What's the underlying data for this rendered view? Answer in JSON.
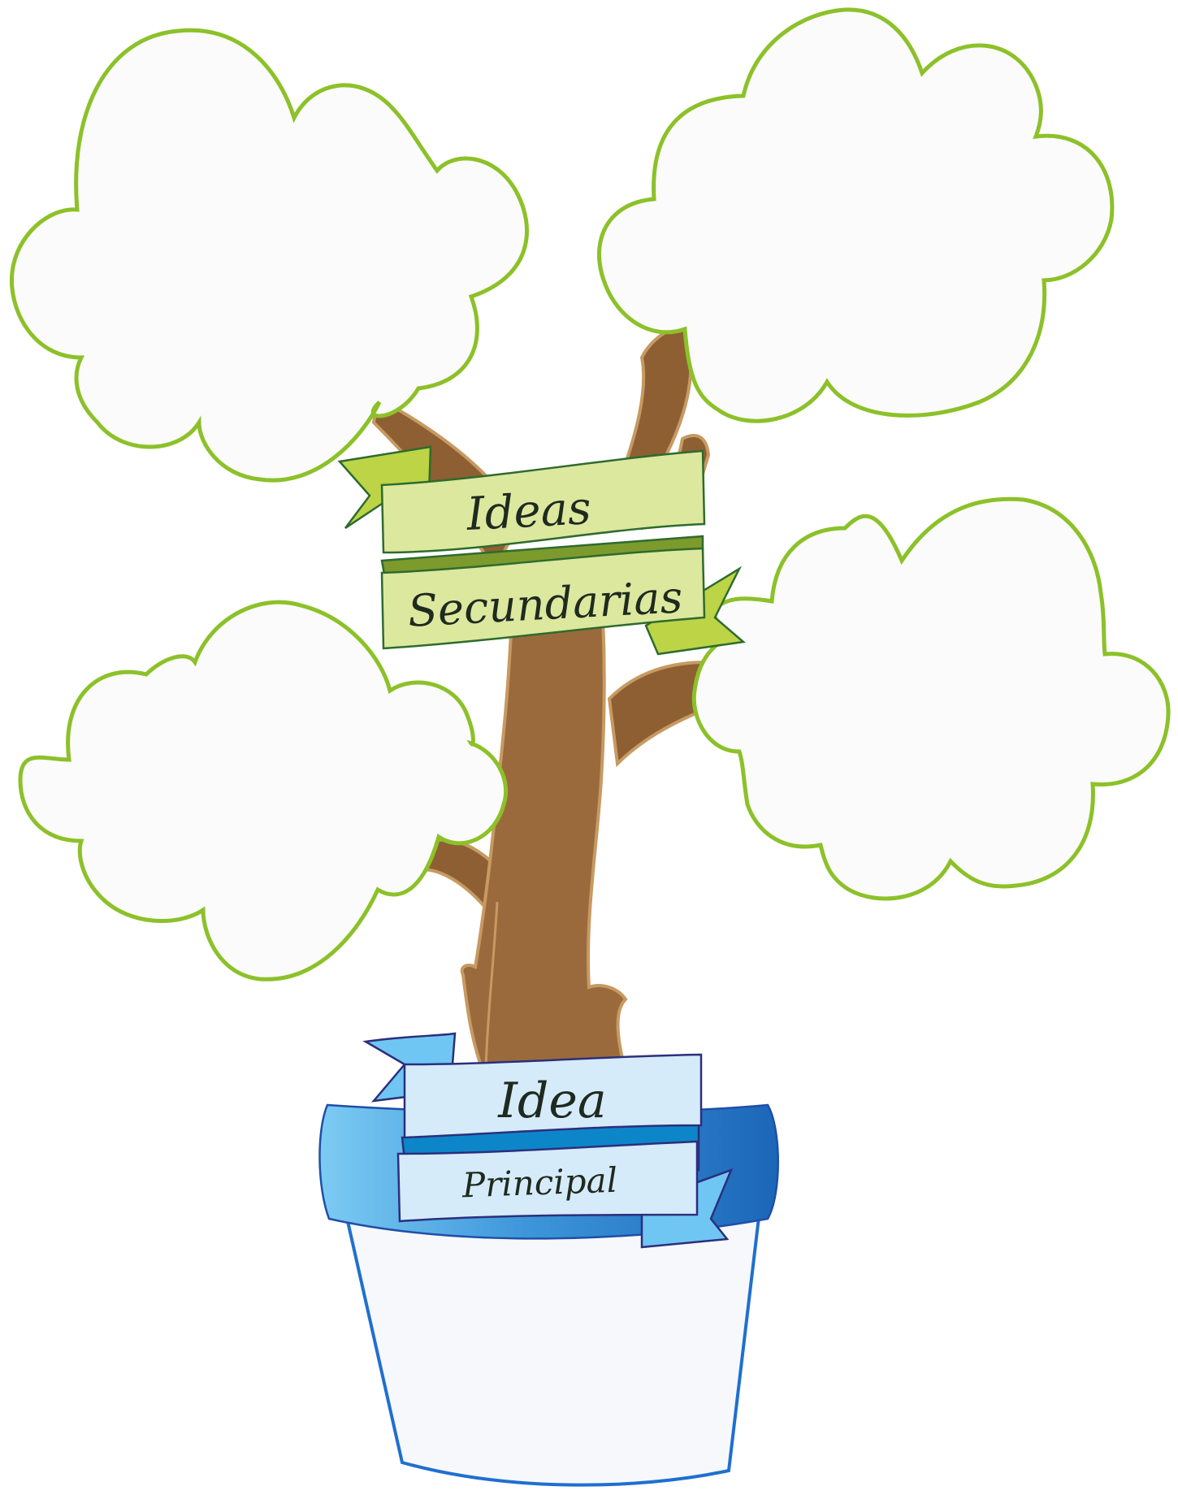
{
  "colors": {
    "cloud_outline": "#8cc129",
    "cloud_fill": "#fbfbfb",
    "trunk": "#9b6a3c",
    "trunk_outline": "#c69a62",
    "green_ribbon": "#dce89e",
    "green_ribbon_dark": "#7d9a2c",
    "green_ribbon_tail": "#bcd446",
    "blue_ribbon": "#d6ebfa",
    "blue_ribbon_dark": "#0d86c9",
    "blue_ribbon_tail": "#6fc6f2",
    "pot_fill": "#f7f8fb",
    "pot_outline": "#1f6fd0",
    "pot_rim": "#3d96da"
  },
  "secondary_banner": {
    "line1": "Ideas",
    "line2": "Secundarias"
  },
  "main_banner": {
    "line1": "Idea",
    "line2": "Principal"
  },
  "clouds": [
    {
      "id": "cloud-top-left",
      "text": ""
    },
    {
      "id": "cloud-top-right",
      "text": ""
    },
    {
      "id": "cloud-middle-left",
      "text": ""
    },
    {
      "id": "cloud-middle-right",
      "text": ""
    }
  ],
  "pot": {
    "text": ""
  }
}
